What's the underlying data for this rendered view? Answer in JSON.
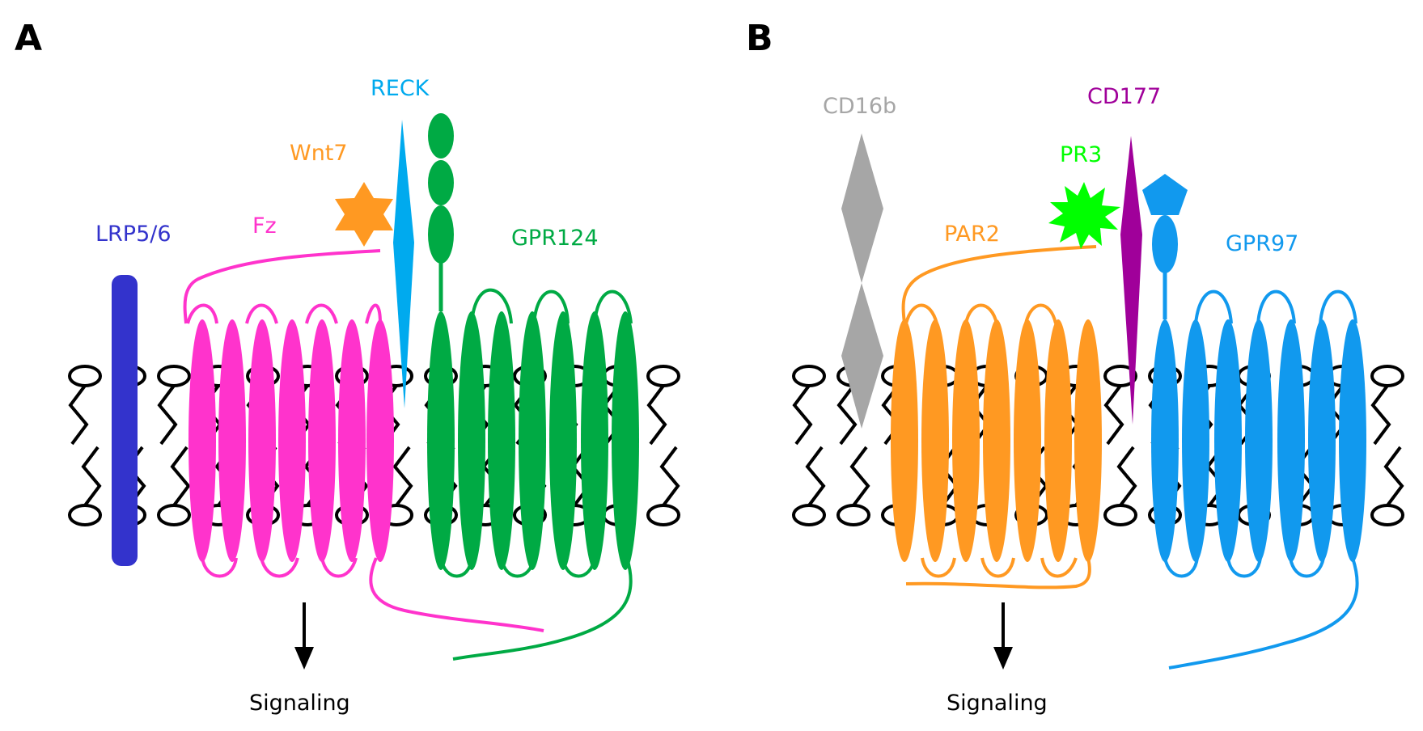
{
  "figure": {
    "panels": [
      {
        "letter": "A",
        "labels": {
          "reck": "RECK",
          "wnt7": "Wnt7",
          "lrp": "LRP5/6",
          "fz": "Fz",
          "gpr124": "GPR124",
          "signaling": "Signaling"
        }
      },
      {
        "letter": "B",
        "labels": {
          "cd16b": "CD16b",
          "cd177": "CD177",
          "pr3": "PR3",
          "par2": "PAR2",
          "gpr97": "GPR97",
          "signaling": "Signaling"
        }
      }
    ],
    "colors": {
      "lrp": "#3333cc",
      "fz": "#ff33cc",
      "wnt7": "#ff9922",
      "reck": "#00aaee",
      "gpr124": "#00aa44",
      "cd16b": "#a6a6a6",
      "par2": "#ff9922",
      "pr3": "#00ff00",
      "cd177": "#a0009a",
      "gpr97": "#1199ee",
      "membrane": "#000000"
    }
  }
}
